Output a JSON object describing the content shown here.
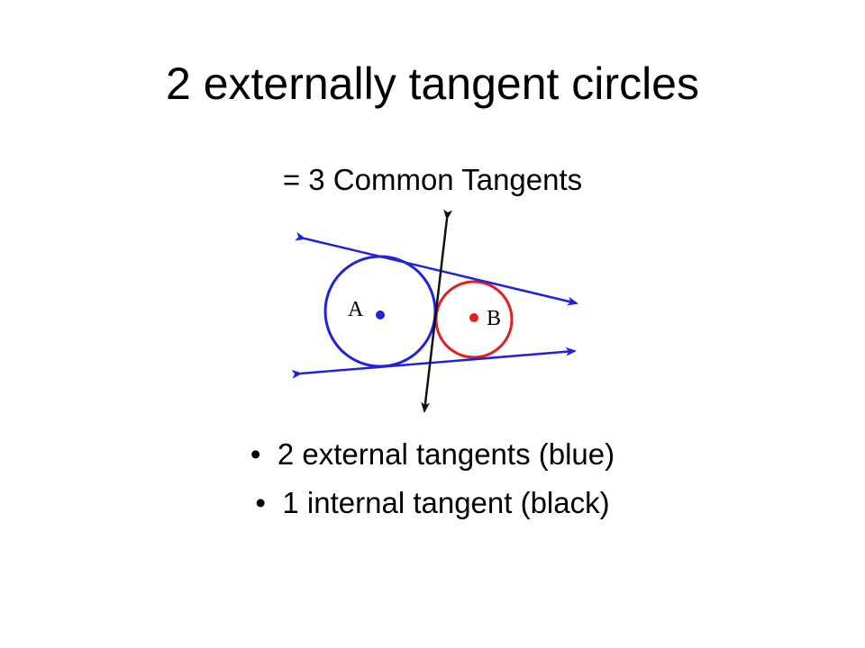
{
  "slide": {
    "title": "2 externally tangent circles",
    "subtitle": "= 3 Common Tangents",
    "bullets": [
      {
        "text": "2 external tangents (blue)"
      },
      {
        "text": "1 internal tangent (black)"
      }
    ]
  },
  "diagram": {
    "labels": {
      "circle_a": "A",
      "circle_b": "B"
    },
    "colors": {
      "circle_a": "#2222dd",
      "circle_b": "#e02020",
      "external_tangents": "#2222dd",
      "internal_tangent": "#111111",
      "text": "#000000"
    }
  }
}
